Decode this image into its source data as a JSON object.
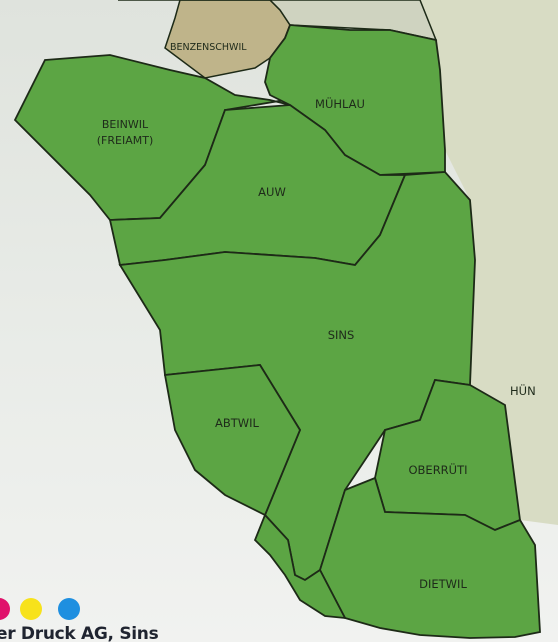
{
  "map": {
    "colors": {
      "municipality_fill": "#5ca544",
      "neighbor_fill": "#d8dcc4",
      "neighbor_north_fill": "#bfb48a",
      "border": "#1d2a17",
      "background": "#e6e9e4"
    },
    "municipalities": {
      "beinwil": "BEINWIL",
      "beinwil_sub": "(FREIAMT)",
      "auw": "AUW",
      "muehlau": "MÜHLAU",
      "sins": "SINS",
      "abtwil": "ABTWIL",
      "oberrueti": "OBERRÜTI",
      "dietwil": "DIETWIL"
    },
    "neighbors": {
      "benzenschwil": "BENZENSCHWIL",
      "huenenberg": "HÜN"
    }
  },
  "footer": {
    "text": "er Druck AG, Sins",
    "dot_colors": [
      "#e0126b",
      "#f7e21b",
      "#1e8fe0"
    ]
  }
}
